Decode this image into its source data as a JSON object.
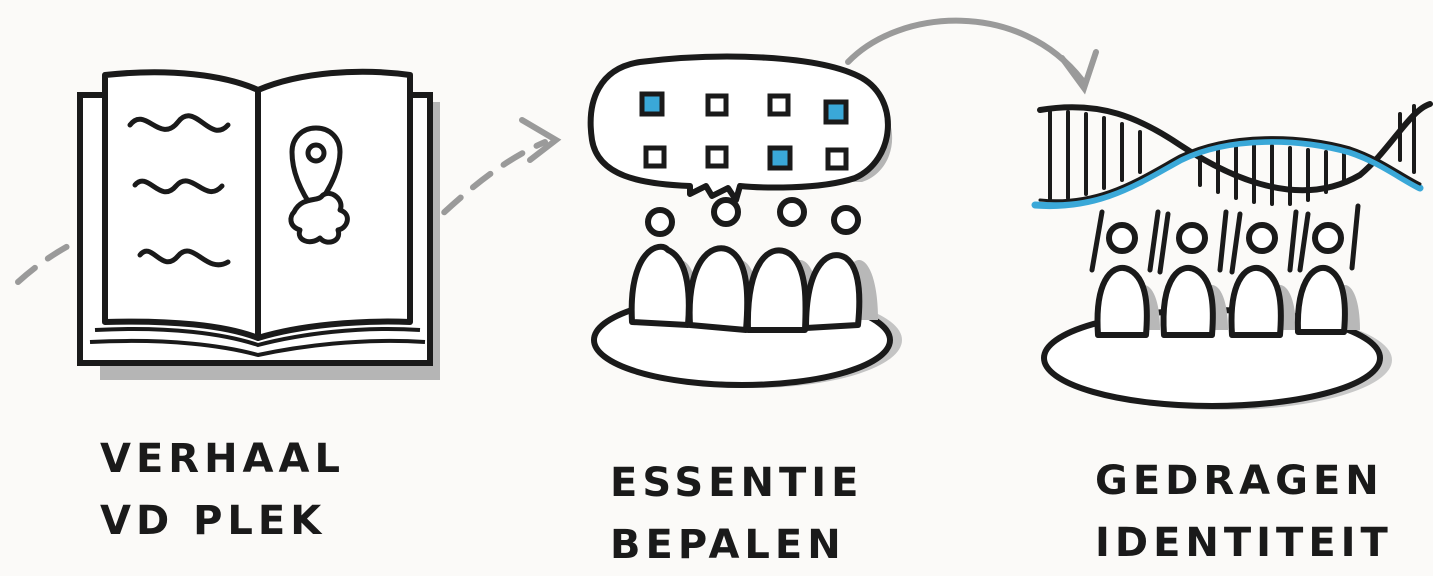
{
  "steps": [
    {
      "line1": "VERHAAL",
      "line2": "VD PLEK",
      "icon": "open-book-with-location-pin-icon"
    },
    {
      "line1": "ESSENTIE",
      "line2": "BEPALEN",
      "icon": "group-with-speech-bubble-icon"
    },
    {
      "line1": "GEDRAGEN",
      "line2": "IDENTITEIT",
      "icon": "group-holding-dna-strand-icon"
    }
  ],
  "colors": {
    "ink": "#1a1a1a",
    "shadow": "#a8a8a8",
    "accent": "#3aa8d8",
    "paper": "#fbfaf8"
  }
}
